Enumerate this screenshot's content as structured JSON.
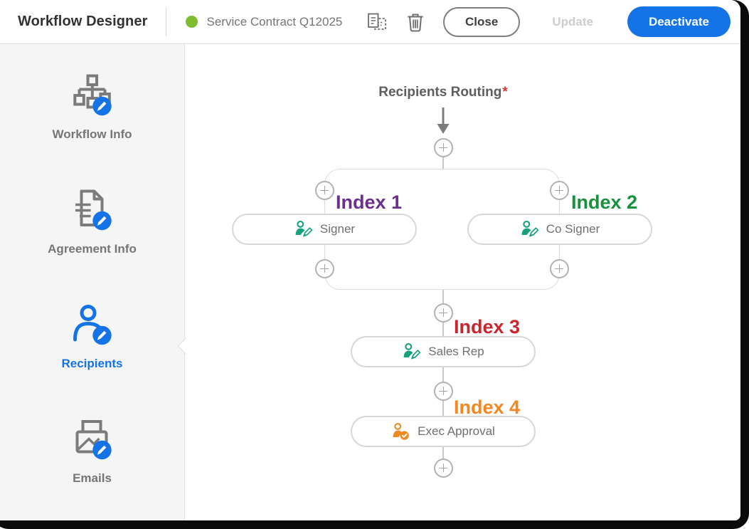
{
  "header": {
    "app_title": "Workflow Designer",
    "workflow": {
      "name": "Service Contract Q12025",
      "status_color": "#7FBC30"
    },
    "accent_color": "#1473E6",
    "buttons": {
      "close": "Close",
      "update": "Update",
      "deactivate": "Deactivate"
    },
    "icons": {
      "duplicate": "duplicate-document-icon",
      "delete": "trash-icon"
    }
  },
  "sidebar": {
    "selected_color": "#1473E6",
    "items": [
      {
        "label": "Workflow Info",
        "icon": "sitemap-icon",
        "selected": false
      },
      {
        "label": "Agreement Info",
        "icon": "agreement-document-icon",
        "selected": false
      },
      {
        "label": "Recipients",
        "icon": "recipient-person-icon",
        "selected": true
      },
      {
        "label": "Emails",
        "icon": "email-icon",
        "selected": false
      }
    ]
  },
  "canvas": {
    "title": "Recipients Routing",
    "required_marker": "*",
    "required_color": "#D7373F",
    "flow": {
      "parallel_nodes": [
        {
          "index_label": "Index 1",
          "index_color": "#6C2E8F",
          "name": "Signer",
          "role": "signer",
          "role_icon": "signer-pen-icon",
          "role_color": "#16A07C"
        },
        {
          "index_label": "Index 2",
          "index_color": "#17913B",
          "name": "Co Signer",
          "role": "signer",
          "role_icon": "signer-pen-icon",
          "role_color": "#16A07C"
        }
      ],
      "sequential_nodes": [
        {
          "index_label": "Index 3",
          "index_color": "#C9252D",
          "name": "Sales Rep",
          "role": "signer",
          "role_icon": "signer-pen-icon",
          "role_color": "#16A07C"
        },
        {
          "index_label": "Index 4",
          "index_color": "#F6861F",
          "name": "Exec Approval",
          "role": "approver",
          "role_icon": "approver-check-icon",
          "role_color": "#ED8A22"
        }
      ]
    }
  }
}
